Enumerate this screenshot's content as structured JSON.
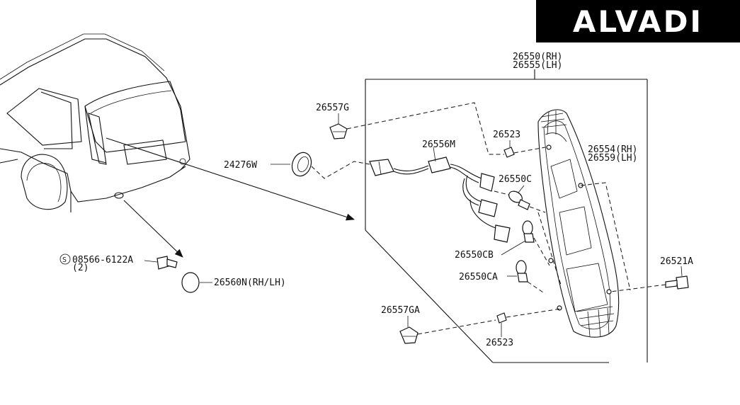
{
  "brand": {
    "logo_text": "ALVADI"
  },
  "labels": {
    "assembly_rh": "26550(RH)",
    "assembly_lh": "26555(LH)",
    "clip_upper": "26557G",
    "bolt_upper": "26523",
    "harness": "26556M",
    "lens_rh": "26554(RH)",
    "lens_lh": "26559(LH)",
    "grommet": "24276W",
    "bulb_c": "26550C",
    "bulb_cb": "26550CB",
    "bulb_ca": "26550CA",
    "screw_right": "26521A",
    "clip_lower": "26557GA",
    "bolt_lower": "26523",
    "screw_left_symbol": "S",
    "screw_left": "08566-6122A",
    "screw_left_qty": "(2)",
    "reflector": "26560N(RH/LH)"
  }
}
